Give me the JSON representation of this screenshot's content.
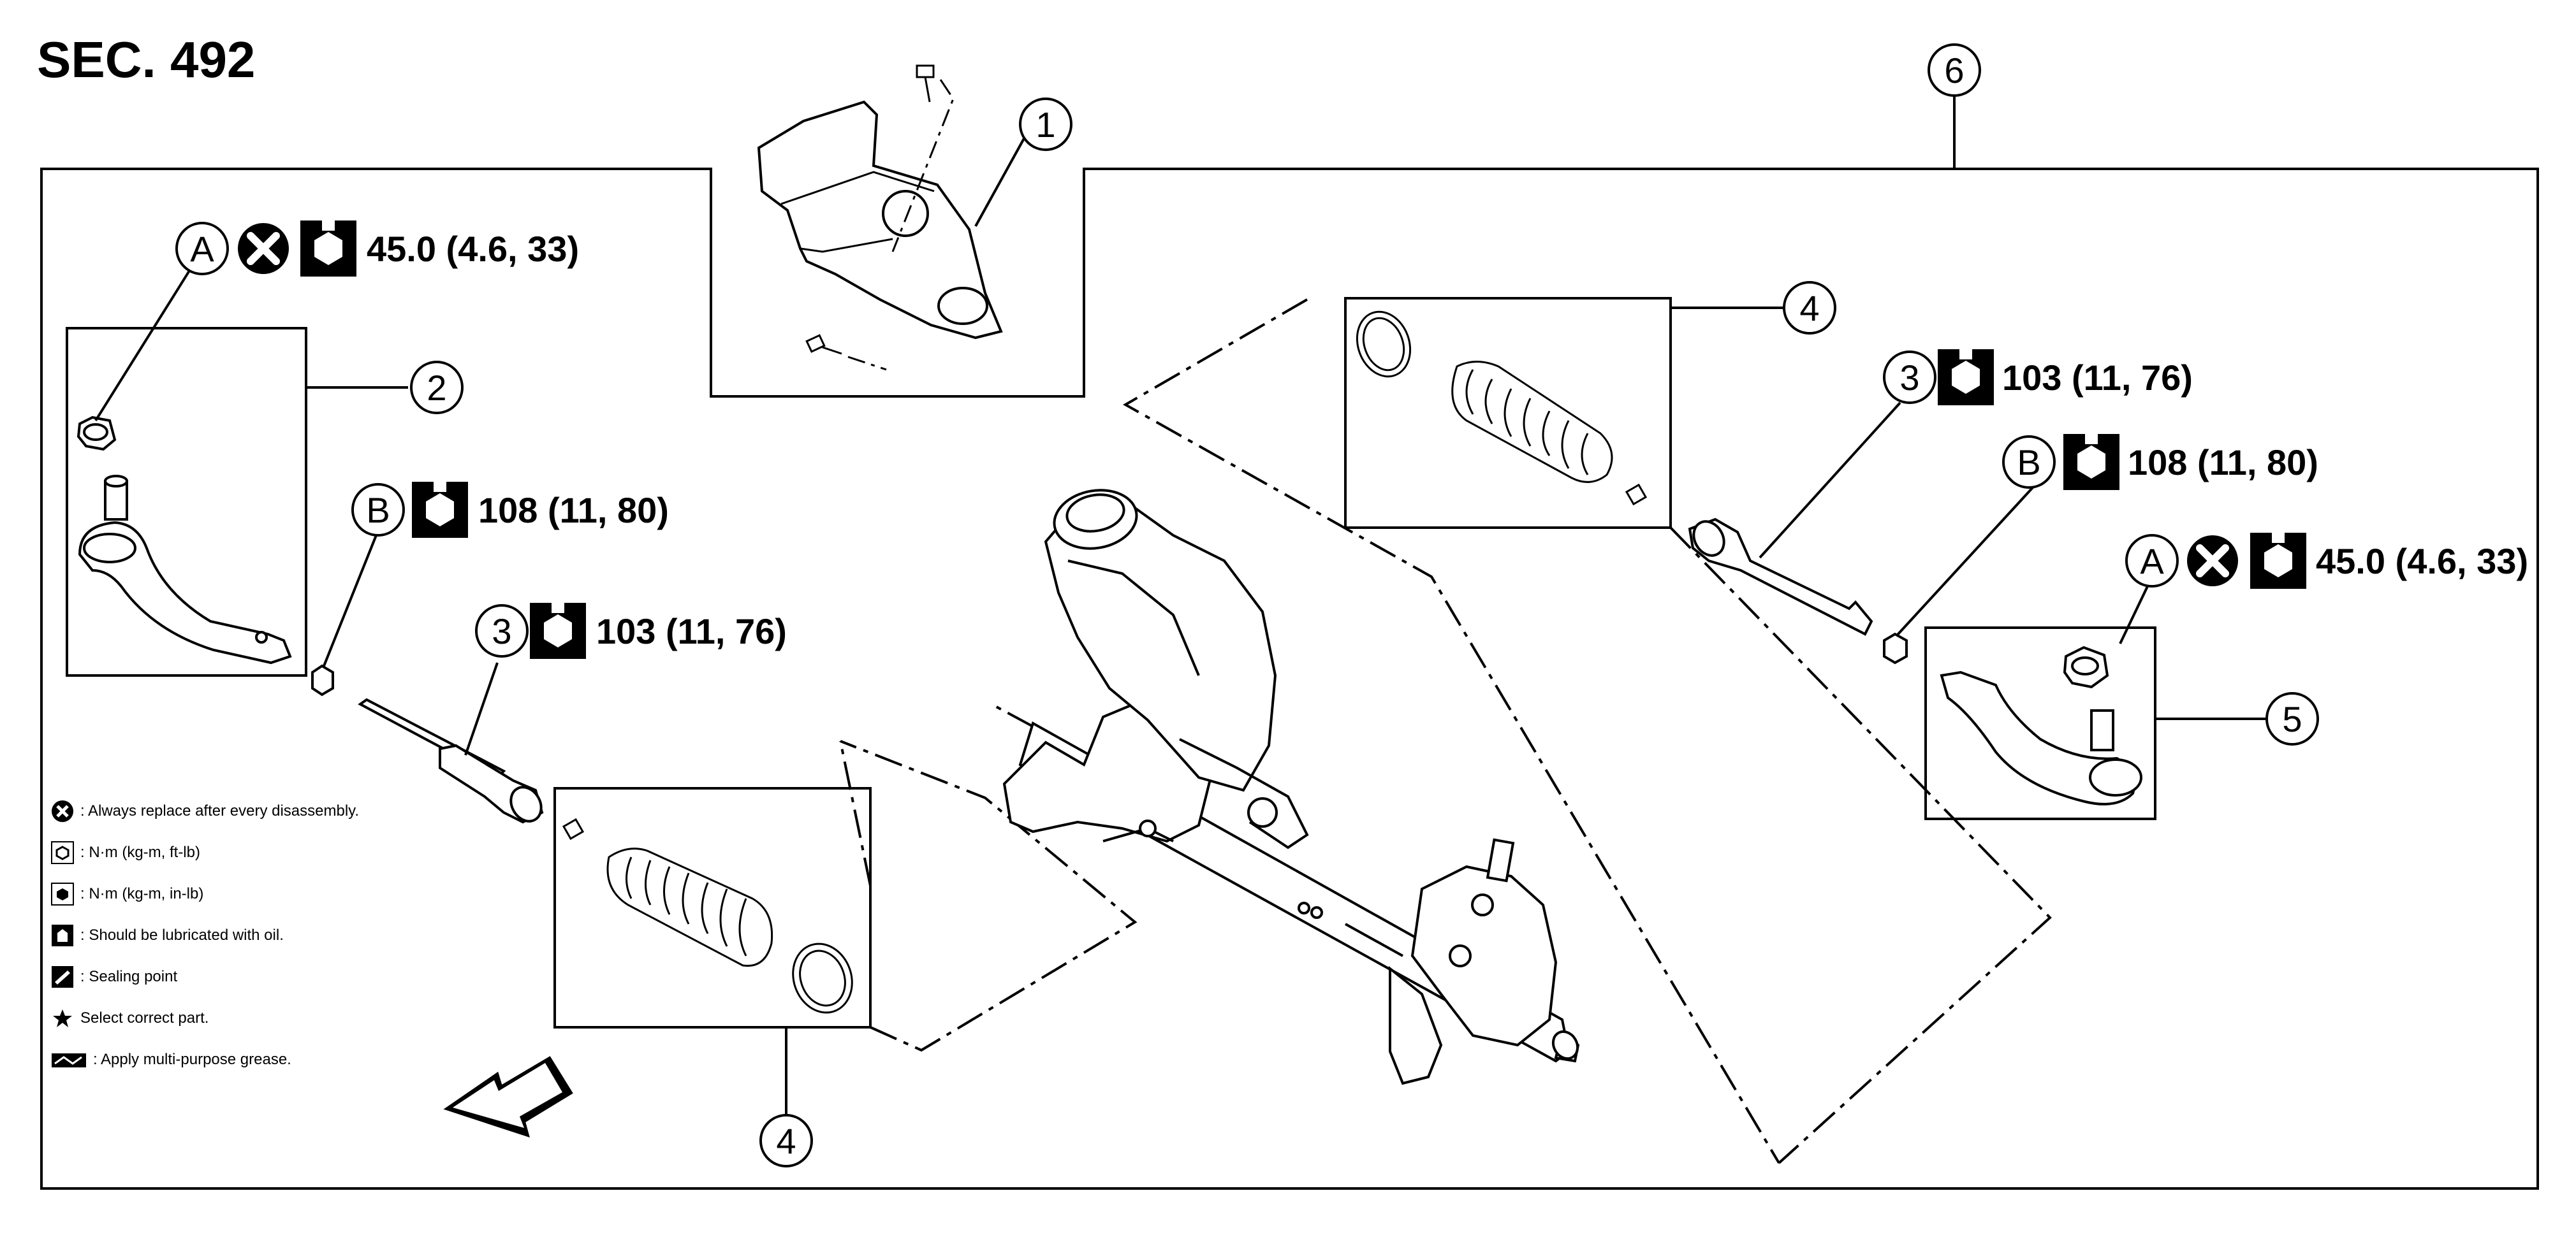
{
  "section": "SEC. 492",
  "callouts": {
    "c1": "1",
    "c2": "2",
    "c3a": "3",
    "c3b": "3",
    "c4a": "4",
    "c4b": "4",
    "c5": "5",
    "c6": "6"
  },
  "refs": {
    "A": "A",
    "B": "B"
  },
  "torque": {
    "a_left": "45.0 (4.6, 33)",
    "a_right": "45.0 (4.6, 33)",
    "b_left": "108 (11, 80)",
    "b_right": "108 (11, 80)",
    "c3_left": "103 (11, 76)",
    "c3_right": "103 (11, 76)"
  },
  "legend": [
    {
      "icon": "replace-x-icon",
      "text": ": Always replace after every disassembly."
    },
    {
      "icon": "torque-ftlb-icon",
      "text": ": N·m (kg-m, ft-lb)"
    },
    {
      "icon": "torque-inlb-icon",
      "text": ": N·m (kg-m, in-lb)"
    },
    {
      "icon": "oil-can-icon",
      "text": ": Should be lubricated with oil."
    },
    {
      "icon": "sealing-point-icon",
      "text": ": Sealing point"
    },
    {
      "icon": "star-icon",
      "text": "Select correct part."
    },
    {
      "icon": "grease-icon",
      "text": ": Apply multi-purpose grease."
    }
  ]
}
